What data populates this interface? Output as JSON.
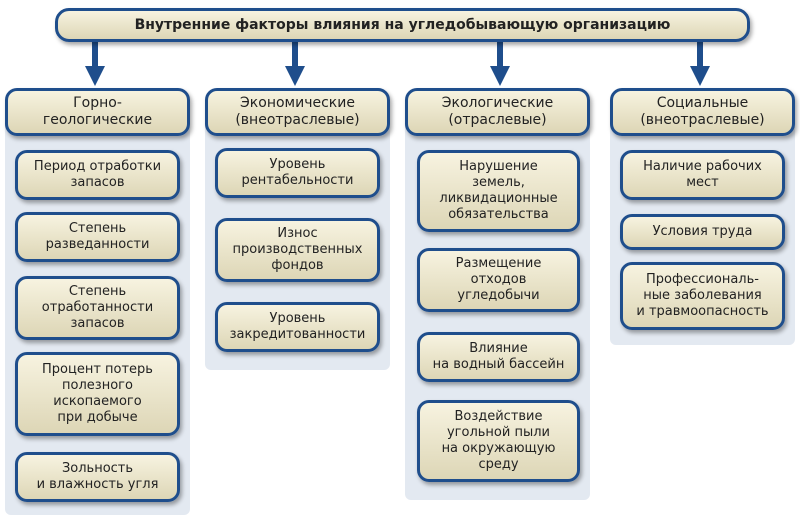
{
  "title": "Внутренние факторы влияния на угледобывающую организацию",
  "columns": [
    {
      "header": "Горно-\nгеологические",
      "items": [
        "Период отработки\nзапасов",
        "Степень\nразведанности",
        "Степень\nотработанности\nзапасов",
        "Процент потерь\nполезного\nископаемого\nпри добыче",
        "Зольность\nи влажность угля"
      ]
    },
    {
      "header": "Экономические\n(внеотраслевые)",
      "items": [
        "Уровень\nрентабельности",
        "Износ\nпроизводственных\nфондов",
        "Уровень\nзакредитованности"
      ]
    },
    {
      "header": "Экологические\n(отраслевые)",
      "items": [
        "Нарушение\nземель,\nликвидационные\nобязательства",
        "Размещение\nотходов\nугледобычи",
        "Влияние\nна водный бассейн",
        "Воздействие\nугольной пыли\nна окружающую\nсреду"
      ]
    },
    {
      "header": "Социальные\n(внеотраслевые)",
      "items": [
        "Наличие рабочих\nмест",
        "Условия труда",
        "Профессиональ-\nные заболевания\nи травмоопасность"
      ]
    }
  ]
}
